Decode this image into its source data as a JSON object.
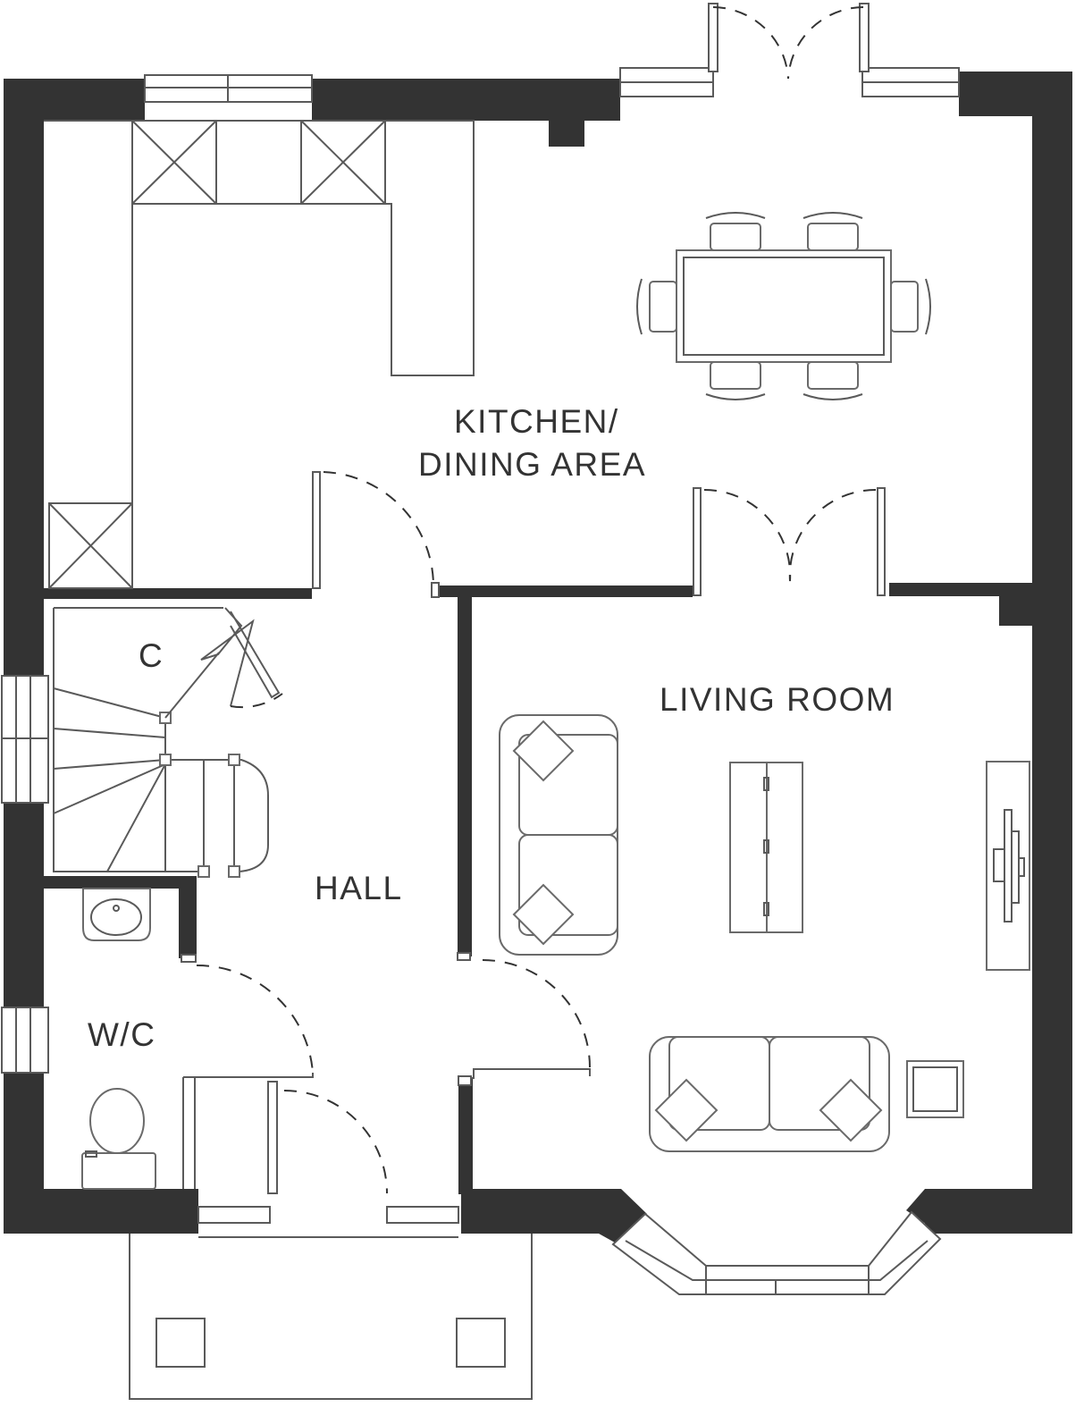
{
  "rooms": {
    "kitchen_line1": "KITCHEN/",
    "kitchen_line2": "DINING AREA",
    "living": "LIVING ROOM",
    "hall": "HALL",
    "wc": "W/C",
    "cupboard": "C"
  },
  "colors": {
    "wall": "#333333",
    "line": "#5a5a5a",
    "background": "#ffffff"
  },
  "icons": [
    "dining-table-icon",
    "sofa-icon",
    "coffee-table-icon",
    "tv-unit-icon",
    "side-table-icon",
    "toilet-icon",
    "basin-icon",
    "staircase-icon",
    "kitchen-worktop-icon",
    "bay-window-icon"
  ]
}
